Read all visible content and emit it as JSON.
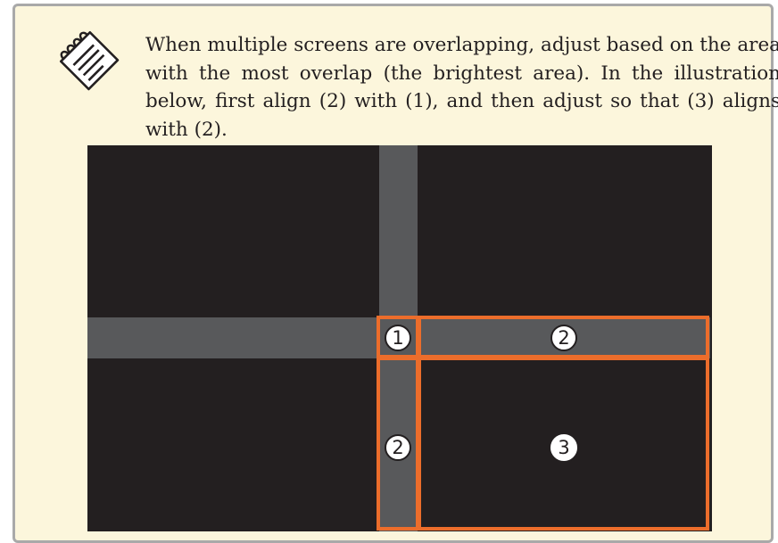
{
  "note": {
    "icon": "note-memo-icon",
    "text": "When multiple screens are overlapping, adjust based on the area with the most overlap (the brightest area). In the illustration below, first align (2) with (1), and then adjust so that (3) aligns with (2)."
  },
  "illustration": {
    "markers": {
      "one": "1",
      "two_horizontal": "2",
      "two_vertical": "2",
      "three": "3"
    }
  },
  "colors": {
    "background": "#fcf6dc",
    "border": "#a9a9a9",
    "screen": "#231f20",
    "overlap": "#58595b",
    "highlight": "#ec6d2b"
  }
}
